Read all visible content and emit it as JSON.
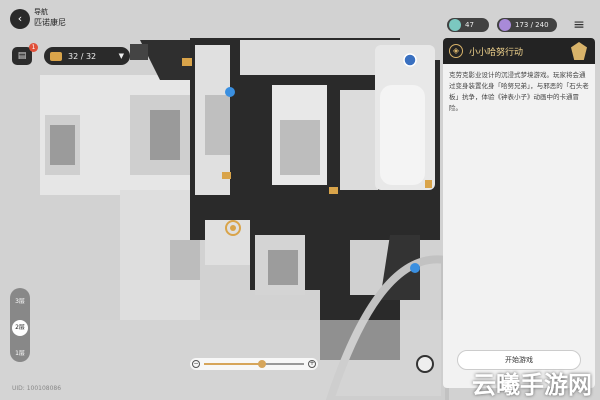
{
  "location": {
    "region": "导航",
    "name": "匹诺康尼"
  },
  "back_icon": "back-arrow-icon",
  "tracker": {
    "badge": "1",
    "chests": "32 / 32"
  },
  "resources": [
    {
      "value": "47",
      "color": "#7bc8c0"
    },
    {
      "value": "173 / 240",
      "color": "#a88ad8"
    }
  ],
  "quest": {
    "title": "小小哈努行动",
    "description": "克劳克影业设计的沉浸式梦境游戏。玩家将会通过变身装置化身「哈努兄弟」，与邪恶的「石头老板」抗争，体验《钟表小子》动画中的卡通冒险。",
    "start_button": "开始游戏",
    "accent": "#d8b36a"
  },
  "floors": [
    "3层",
    "2层",
    "1层"
  ],
  "zoom": {
    "level": 0.58
  },
  "uid": "UID: 100108086",
  "watermark": "云曦手游网"
}
